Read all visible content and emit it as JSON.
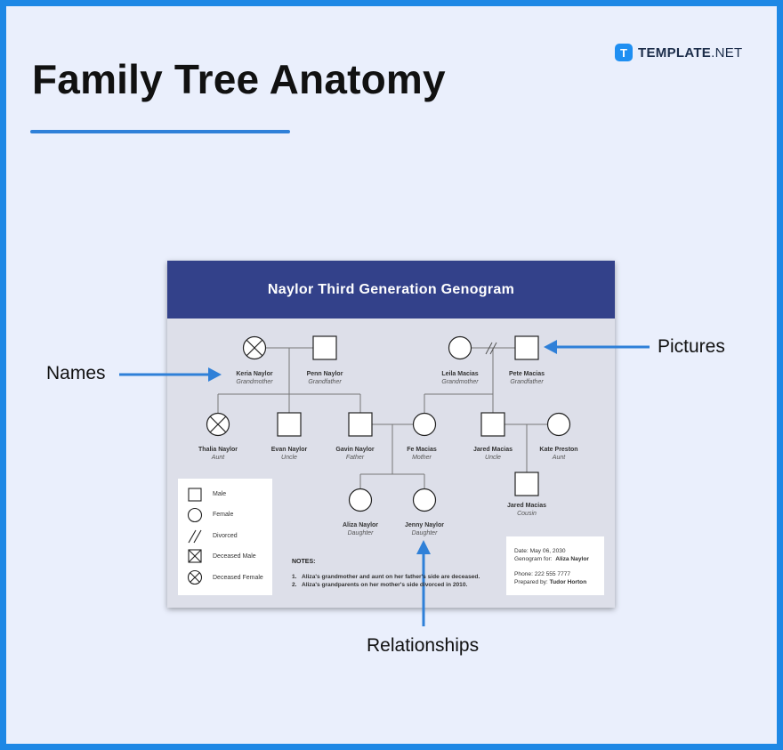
{
  "header": {
    "title": "Family Tree Anatomy",
    "brand": {
      "mark": "T",
      "name_bold": "TEMPLATE",
      "name_suffix": ".NET"
    }
  },
  "genogram": {
    "title": "Naylor Third Generation Genogram",
    "members": [
      {
        "id": "keria",
        "name": "Keria Naylor",
        "role": "Grandmother"
      },
      {
        "id": "penn",
        "name": "Penn Naylor",
        "role": "Grandfather"
      },
      {
        "id": "leila",
        "name": "Leila Macias",
        "role": "Grandmother"
      },
      {
        "id": "pete",
        "name": "Pete Macias",
        "role": "Grandfather"
      },
      {
        "id": "thalia",
        "name": "Thalia Naylor",
        "role": "Aunt"
      },
      {
        "id": "evan",
        "name": "Evan Naylor",
        "role": "Uncle"
      },
      {
        "id": "gavin",
        "name": "Gavin Naylor",
        "role": "Father"
      },
      {
        "id": "fe",
        "name": "Fe Macias",
        "role": "Mother"
      },
      {
        "id": "jared_uncle",
        "name": "Jared Macias",
        "role": "Uncle"
      },
      {
        "id": "kate",
        "name": "Kate Preston",
        "role": "Aunt"
      },
      {
        "id": "jared_cousin",
        "name": "Jared Macias",
        "role": "Cousin"
      },
      {
        "id": "aliza",
        "name": "Aliza Naylor",
        "role": "Daughter"
      },
      {
        "id": "jenny",
        "name": "Jenny Naylor",
        "role": "Daughter"
      }
    ],
    "legend": [
      {
        "symbol": "square",
        "label": "Male"
      },
      {
        "symbol": "circle",
        "label": "Female"
      },
      {
        "symbol": "double-slash",
        "label": "Divorced"
      },
      {
        "symbol": "crossed-square",
        "label": "Deceased Male"
      },
      {
        "symbol": "crossed-circle",
        "label": "Deceased Female"
      }
    ],
    "notes": {
      "title": "NOTES:",
      "items": [
        {
          "num": "1.",
          "text": "Aliza's grandmother and aunt on her father's side are deceased."
        },
        {
          "num": "2.",
          "text": "Aliza's grandparents on her mother's side divorced in 2010."
        }
      ]
    },
    "info": {
      "date_label": "Date:",
      "date_value": "May 06, 2030",
      "for_label": "Genogram for:",
      "for_value": "Aliza Naylor",
      "phone_label": "Phone:",
      "phone_value": "222 555 7777",
      "prepared_label": "Prepared by:",
      "prepared_value": "Tudor Horton"
    }
  },
  "callouts": {
    "names": "Names",
    "pictures": "Pictures",
    "relationships": "Relationships"
  },
  "colors": {
    "frame_border": "#1e88e5",
    "background": "#eaeffc",
    "genogram_header": "#33418a",
    "genogram_body": "#dddfe9",
    "arrow": "#2f80d8"
  }
}
